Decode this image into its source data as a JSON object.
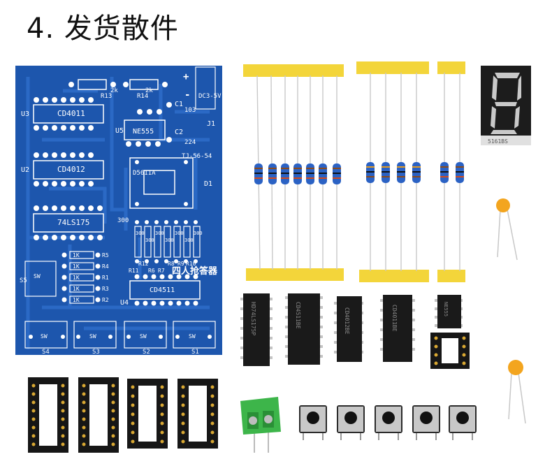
{
  "title": "4. 发货散件",
  "pcb": {
    "ic_labels": [
      "CD4011",
      "CD4012",
      "74LS175",
      "NE555",
      "CD4511"
    ],
    "ref_labels": [
      "U3",
      "U2",
      "U5",
      "U4",
      "D1",
      "J1",
      "C1",
      "C2",
      "R13",
      "R14",
      "S5",
      "S4",
      "S3",
      "S2",
      "S1"
    ],
    "values": [
      "2k",
      "2k",
      "103",
      "224",
      "300"
    ],
    "resistor_values": [
      "1K",
      "1K",
      "1K",
      "1K",
      "1K"
    ],
    "resistor_refs": [
      "R5",
      "R4",
      "R1",
      "R3",
      "R2"
    ],
    "seg_resistors": [
      "300",
      "300",
      "300",
      "300",
      "300",
      "300",
      "300"
    ],
    "seg_refs": [
      "R11",
      "R12",
      "R6",
      "R7",
      "R8",
      "R9",
      "R10"
    ],
    "display_label": "D5611A",
    "power_label": "DC3-5V",
    "board_id": "TJ-56-54",
    "product_name": "四人抢答器",
    "switch_label": "SW",
    "plus": "+",
    "minus": "-"
  },
  "display": {
    "bottom_label": "5161BS"
  },
  "chips": [
    "HD74LS175P",
    "CD4511BE",
    "CD4012BE",
    "CD4011BE",
    "NE555"
  ]
}
